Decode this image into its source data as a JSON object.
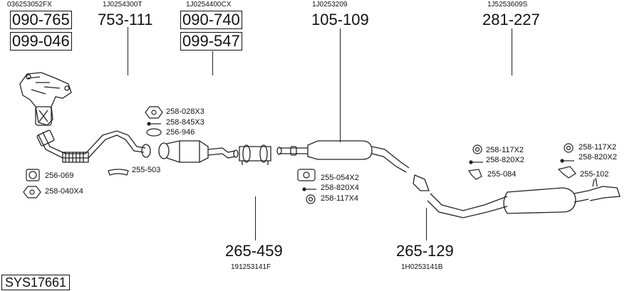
{
  "title": "SYS17661",
  "groups": [
    {
      "oem": "036253052FX",
      "parts": [
        "090-765",
        "099-046"
      ]
    },
    {
      "oem": "1J0254300T",
      "parts": [
        "753-111"
      ]
    },
    {
      "oem": "1J0254400CX",
      "parts": [
        "090-740",
        "099-547"
      ]
    },
    {
      "oem": "1J0253209",
      "parts": [
        "105-109"
      ]
    },
    {
      "oem": "1J5253609S",
      "parts": [
        "281-227"
      ]
    },
    {
      "oem": "191253141F",
      "parts": [
        "265-459"
      ]
    },
    {
      "oem": "1H0253141B",
      "parts": [
        "265-129"
      ]
    }
  ],
  "accessories": [
    "256-069",
    "258-040X4",
    "255-503",
    "258-028X3",
    "258-845X3",
    "256-946",
    "255-054X2",
    "258-820X4",
    "258-117X4",
    "258-117X2",
    "258-820X2",
    "255-084",
    "258-117X2",
    "258-820X2",
    "255-102"
  ]
}
